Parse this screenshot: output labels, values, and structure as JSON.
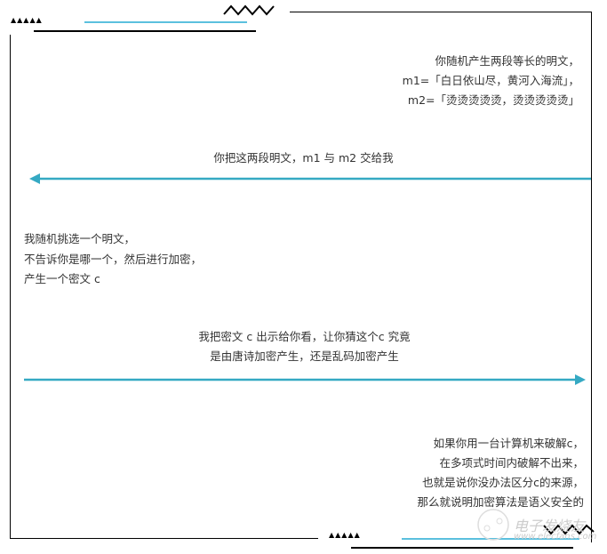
{
  "block1": [
    "你随机产生两段等长的明文，",
    "m1=「白日依山尽，黄河入海流」，",
    "m2=「烫烫烫烫烫，烫烫烫烫烫」"
  ],
  "arrow1_label": "你把这两段明文，m1 与 m2 交给我",
  "block2": [
    "我随机挑选一个明文，",
    "不告诉你是哪一个，然后进行加密，",
    "产生一个密文 c"
  ],
  "arrow2_label": [
    "我把密文 c 出示给你看，让你猜这个c 究竟",
    "是由唐诗加密产生，还是乱码加密产生"
  ],
  "block3": [
    "如果你用一台计算机来破解c，",
    "在多项式时间内破解不出来，",
    "也就是说你没办法区分c的来源，",
    "那么就说明加密算法是语义安全的"
  ],
  "watermark": {
    "brand": "电子发烧友",
    "url": "www.elecfans.com"
  },
  "colors": {
    "arrow": "#35a9c3",
    "accent": "#5bc0de",
    "frame": "#000000",
    "text": "#333333"
  }
}
